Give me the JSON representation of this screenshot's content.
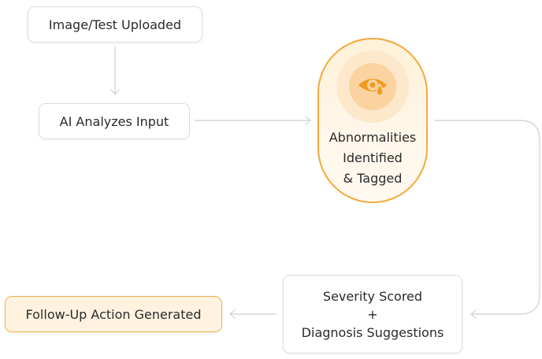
{
  "nodes": {
    "upload": {
      "label": "Image/Test Uploaded"
    },
    "analyze": {
      "label": "AI Analyzes Input"
    },
    "abnormal": {
      "lines": [
        "Abnormalities",
        "Identified",
        "& Tagged"
      ],
      "icon": "eye-drop-icon"
    },
    "severity": {
      "lines": [
        "Severity Scored",
        "+",
        "Diagnosis Suggestions"
      ]
    },
    "followup": {
      "label": "Follow-Up Action Generated"
    }
  },
  "colors": {
    "accent": "#f4a93b",
    "accent_fill": "#fff3e0",
    "icon": "#f29a1e",
    "connector": "#d6d6d6"
  }
}
